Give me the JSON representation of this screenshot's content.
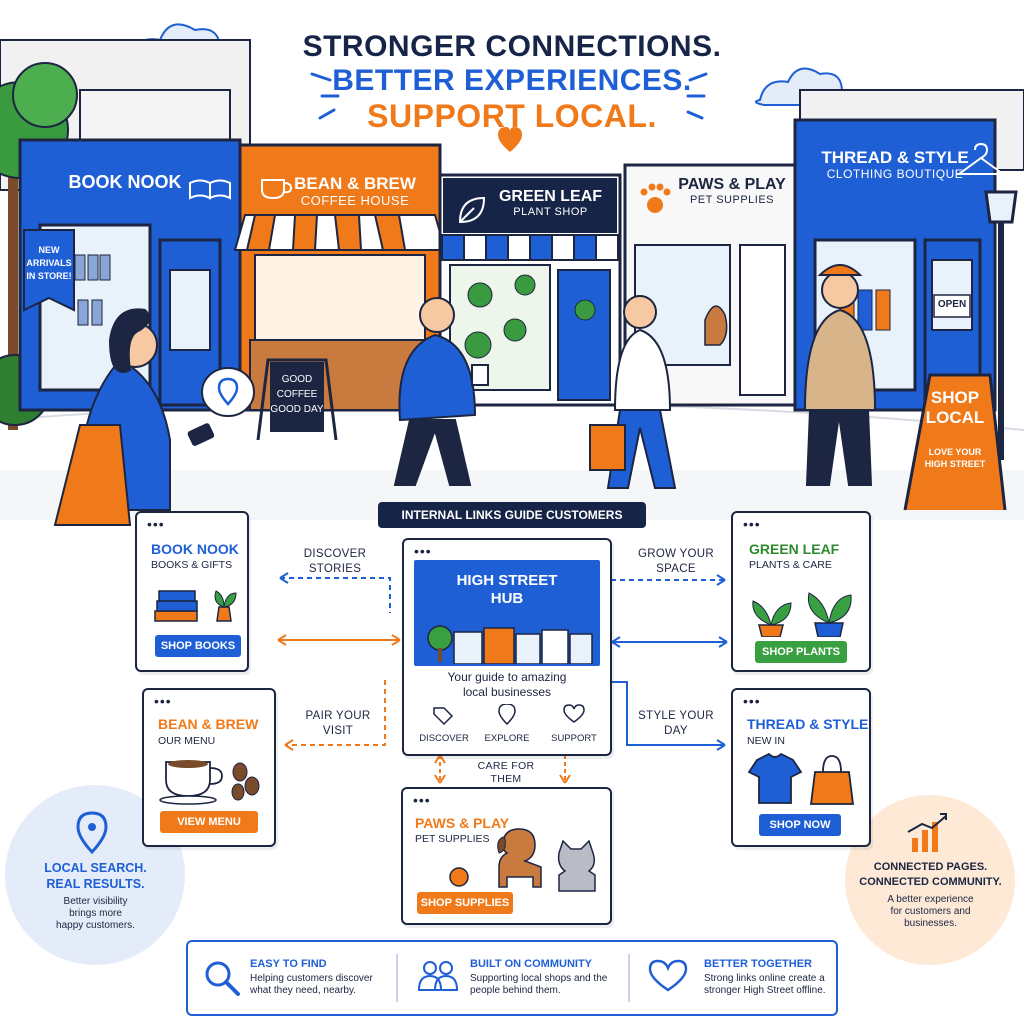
{
  "headline": {
    "line1": "STRONGER CONNECTIONS.",
    "line2": "BETTER EXPERIENCES.",
    "line3": "SUPPORT LOCAL."
  },
  "street": {
    "book_nook_sign": "BOOK NOOK",
    "new_arrivals_banner": [
      "NEW",
      "ARRIVALS",
      "IN STORE!"
    ],
    "bean_brew_sign": "BEAN & BREW",
    "bean_brew_sub": "COFFEE HOUSE",
    "chalkboard": [
      "GOOD",
      "COFFEE",
      "GOOD DAY"
    ],
    "green_leaf_sign": "GREEN LEAF",
    "green_leaf_sub": "PLANT SHOP",
    "paws_sign": "PAWS & PLAY",
    "paws_sub": "PET SUPPLIES",
    "thread_sign": "THREAD & STYLE",
    "thread_sub": "CLOTHING BOUTIQUE",
    "open_sign": "OPEN",
    "shop_local_board": [
      "SHOP",
      "LOCAL"
    ],
    "shop_local_sub": [
      "LOVE YOUR",
      "HIGH STREET"
    ]
  },
  "diagram": {
    "section_title": "INTERNAL LINKS GUIDE CUSTOMERS",
    "hub": {
      "title_l1": "HIGH STREET",
      "title_l2": "HUB",
      "tagline_l1": "Your guide to amazing",
      "tagline_l2": "local businesses",
      "actions": [
        "DISCOVER",
        "EXPLORE",
        "SUPPORT"
      ]
    },
    "cards": {
      "book_nook": {
        "title": "BOOK NOOK",
        "sub": "BOOKS & GIFTS",
        "cta": "SHOP BOOKS"
      },
      "green_leaf": {
        "title": "GREEN LEAF",
        "sub": "PLANTS & CARE",
        "cta": "SHOP PLANTS"
      },
      "bean_brew": {
        "title": "BEAN & BREW",
        "sub": "OUR MENU",
        "cta": "VIEW MENU"
      },
      "thread_style": {
        "title": "THREAD & STYLE",
        "sub": "NEW IN",
        "cta": "SHOP NOW"
      },
      "paws_play": {
        "title": "PAWS & PLAY",
        "sub": "PET SUPPLIES",
        "cta": "SHOP SUPPLIES"
      }
    },
    "connectors": {
      "discover_stories": [
        "DISCOVER",
        "STORIES"
      ],
      "grow_your_space": [
        "GROW YOUR",
        "SPACE"
      ],
      "pair_your_visit": [
        "PAIR YOUR",
        "VISIT"
      ],
      "style_your_day": [
        "STYLE YOUR",
        "DAY"
      ],
      "care_for_them": [
        "CARE FOR",
        "THEM"
      ]
    }
  },
  "side_notes": {
    "left": {
      "title_l1": "LOCAL SEARCH.",
      "title_l2": "REAL RESULTS.",
      "text": [
        "Better visibility",
        "brings more",
        "happy customers."
      ]
    },
    "right": {
      "title_l1": "CONNECTED PAGES.",
      "title_l2": "CONNECTED COMMUNITY.",
      "text": [
        "A better experience",
        "for customers and",
        "businesses."
      ]
    }
  },
  "footer": [
    {
      "title": "EASY TO FIND",
      "text": [
        "Helping customers discover",
        "what they need, nearby."
      ]
    },
    {
      "title": "BUILT ON COMMUNITY",
      "text": [
        "Supporting local shops and the",
        "people behind them."
      ]
    },
    {
      "title": "BETTER TOGETHER",
      "text": [
        "Strong links online create a",
        "stronger High Street offline."
      ]
    }
  ],
  "colors": {
    "navy": "#1c2541",
    "blue": "#1f5fd6",
    "orange": "#f07a1a",
    "green": "#39a042"
  }
}
